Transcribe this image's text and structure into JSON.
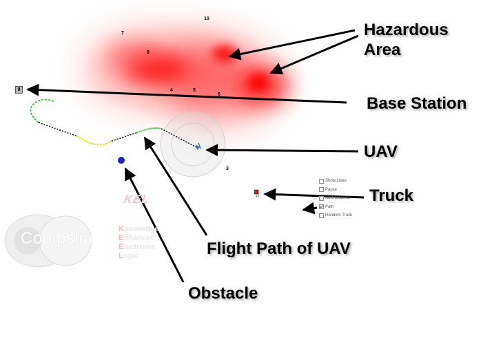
{
  "callouts": {
    "hazardous_area_line1": "Hazardous",
    "hazardous_area_line2": "Area",
    "base_station": "Base Station",
    "uav": "UAV",
    "truck": "Truck",
    "flight_path": "Flight Path of UAV",
    "obstacle": "Obstacle"
  },
  "waypoints": [
    "10",
    "7",
    "8",
    "4",
    "5",
    "6",
    "3"
  ],
  "base_station_id": "9",
  "controls": [
    {
      "label": "Show Lines",
      "checked": false
    },
    {
      "label": "Pause",
      "checked": false
    },
    {
      "label": "Auto Distance",
      "checked": false
    },
    {
      "label": "Path",
      "checked": true
    },
    {
      "label": "Random Truck",
      "checked": false
    }
  ],
  "watermark": {
    "brand": "Compsim",
    "kel_mark": "KEL",
    "tagline_initials": [
      "K",
      "E",
      "E",
      "L"
    ],
    "tagline_rest": [
      "nowledge",
      "nhanced",
      "lectronic",
      "ogic"
    ]
  },
  "colors": {
    "hazard": "#ff0000",
    "obstacle": "#1e22d6",
    "uav": "#2d6fd8",
    "path_done_green": "#3cc83c",
    "path_done_yellow": "#e7e81e",
    "path_planned": "#000000"
  },
  "icons": {
    "uav": "uav-icon",
    "truck": "truck-icon",
    "obstacle": "obstacle-marker",
    "base_station": "base-station-marker"
  }
}
